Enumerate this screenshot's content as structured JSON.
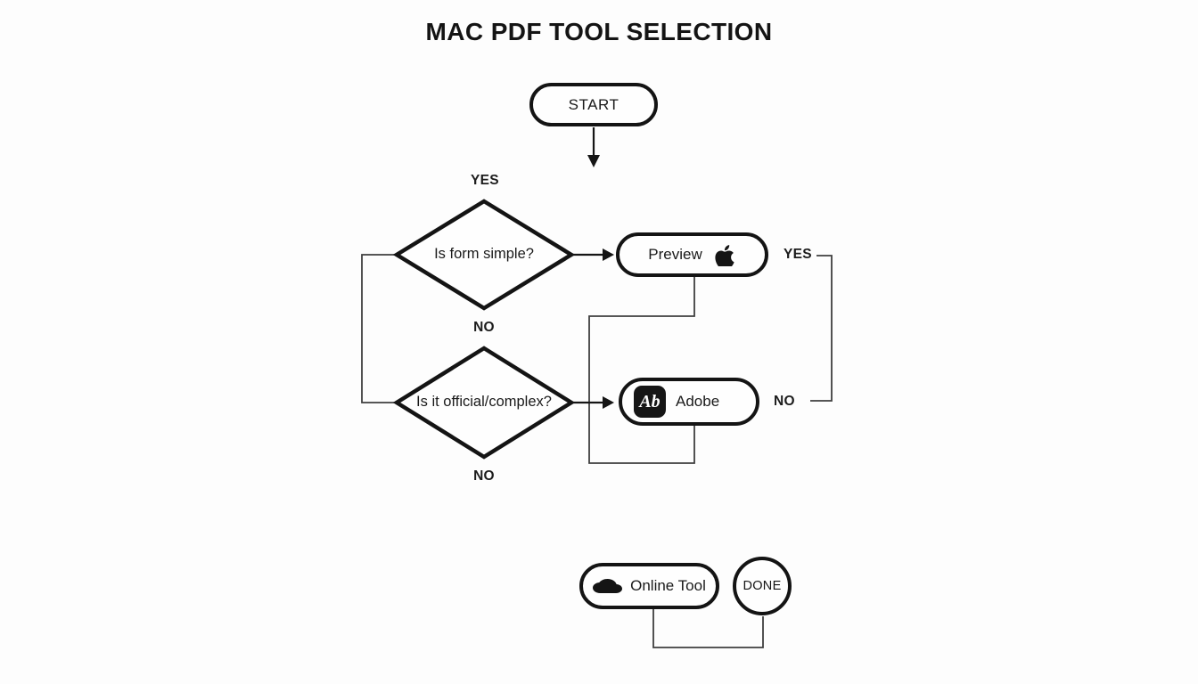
{
  "title": "MAC PDF TOOL SELECTION",
  "colors": {
    "ink": "#141414",
    "wire": "#3f3f3f",
    "background": "#fdfdfd"
  },
  "nodes": {
    "start": {
      "label": "START",
      "shape": "pill"
    },
    "q1": {
      "label": "Is form simple?",
      "shape": "diamond"
    },
    "q2": {
      "label": "Is it official/complex?",
      "shape": "diamond"
    },
    "preview": {
      "label": "Preview",
      "icon": "apple-icon"
    },
    "adobe": {
      "label": "Adobe",
      "icon": "adobe-icon",
      "icon_text": "Ab"
    },
    "online": {
      "label": "Online Tool",
      "icon": "cloud-icon"
    },
    "done": {
      "label": "DONE",
      "shape": "circle"
    }
  },
  "labels": {
    "q1_yes": "YES",
    "q1_no": "NO",
    "q2_no": "NO",
    "preview_yes": "YES",
    "adobe_no": "NO"
  }
}
